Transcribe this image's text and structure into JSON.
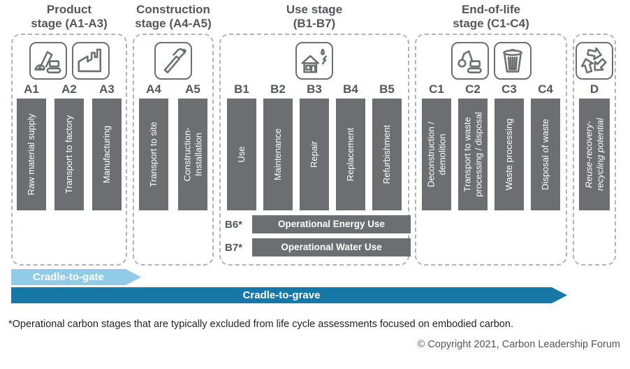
{
  "colors": {
    "bar_gray": "#6d6e71",
    "text_dark_gray": "#55565a",
    "cradle_to_gate_blue": "#92cbe8",
    "cradle_to_grave_blue": "#1778a8",
    "dashed_border": "#b1b3b6"
  },
  "stages": [
    {
      "title_line1": "Product",
      "title_line2": "stage (A1-A3)",
      "icons": [
        "excavator-icon",
        "factory-icon"
      ],
      "columns": [
        {
          "code": "A1",
          "label": "Raw material supply"
        },
        {
          "code": "A2",
          "label": "Transport to factory"
        },
        {
          "code": "A3",
          "label": "Manufacturing"
        }
      ]
    },
    {
      "title_line1": "Construction",
      "title_line2": "stage (A4-A5)",
      "icons": [
        "hammer-icon"
      ],
      "columns": [
        {
          "code": "A4",
          "label": "Transport to site"
        },
        {
          "code": "A5",
          "label": "Construction-\nInstallation"
        }
      ]
    },
    {
      "title_line1": "Use stage",
      "title_line2": "(B1-B7)",
      "icons": [
        "house-energy-water-icon"
      ],
      "columns": [
        {
          "code": "B1",
          "label": "Use"
        },
        {
          "code": "B2",
          "label": "Maintenance"
        },
        {
          "code": "B3",
          "label": "Repair"
        },
        {
          "code": "B4",
          "label": "Replacement"
        },
        {
          "code": "B5",
          "label": "Refurbishment"
        }
      ],
      "extra_rows": [
        {
          "code": "B6*",
          "label": "Operational Energy Use"
        },
        {
          "code": "B7*",
          "label": "Operational Water Use"
        }
      ]
    },
    {
      "title_line1": "End-of-life",
      "title_line2": "stage (C1-C4)",
      "icons": [
        "demolition-crane-icon",
        "trash-can-icon"
      ],
      "columns": [
        {
          "code": "C1",
          "label": "Deconstruction /\ndemolition"
        },
        {
          "code": "C2",
          "label": "Transport to waste\nprocessing / disposal"
        },
        {
          "code": "C3",
          "label": "Waste processing"
        },
        {
          "code": "C4",
          "label": "Disposal of waste"
        }
      ]
    },
    {
      "title_line1": "",
      "title_line2": "",
      "icons": [
        "recycle-arrows-icon"
      ],
      "columns": [
        {
          "code": "D",
          "label": "Reuse-recovery-\nrecycling potential"
        }
      ]
    }
  ],
  "arrows": {
    "gate": "Cradle-to-gate",
    "grave": "Cradle-to-grave"
  },
  "footnote": "*Operational carbon stages that are typically excluded from life cycle assessments focused on embodied carbon.",
  "copyright": "© Copyright 2021, Carbon Leadership Forum"
}
